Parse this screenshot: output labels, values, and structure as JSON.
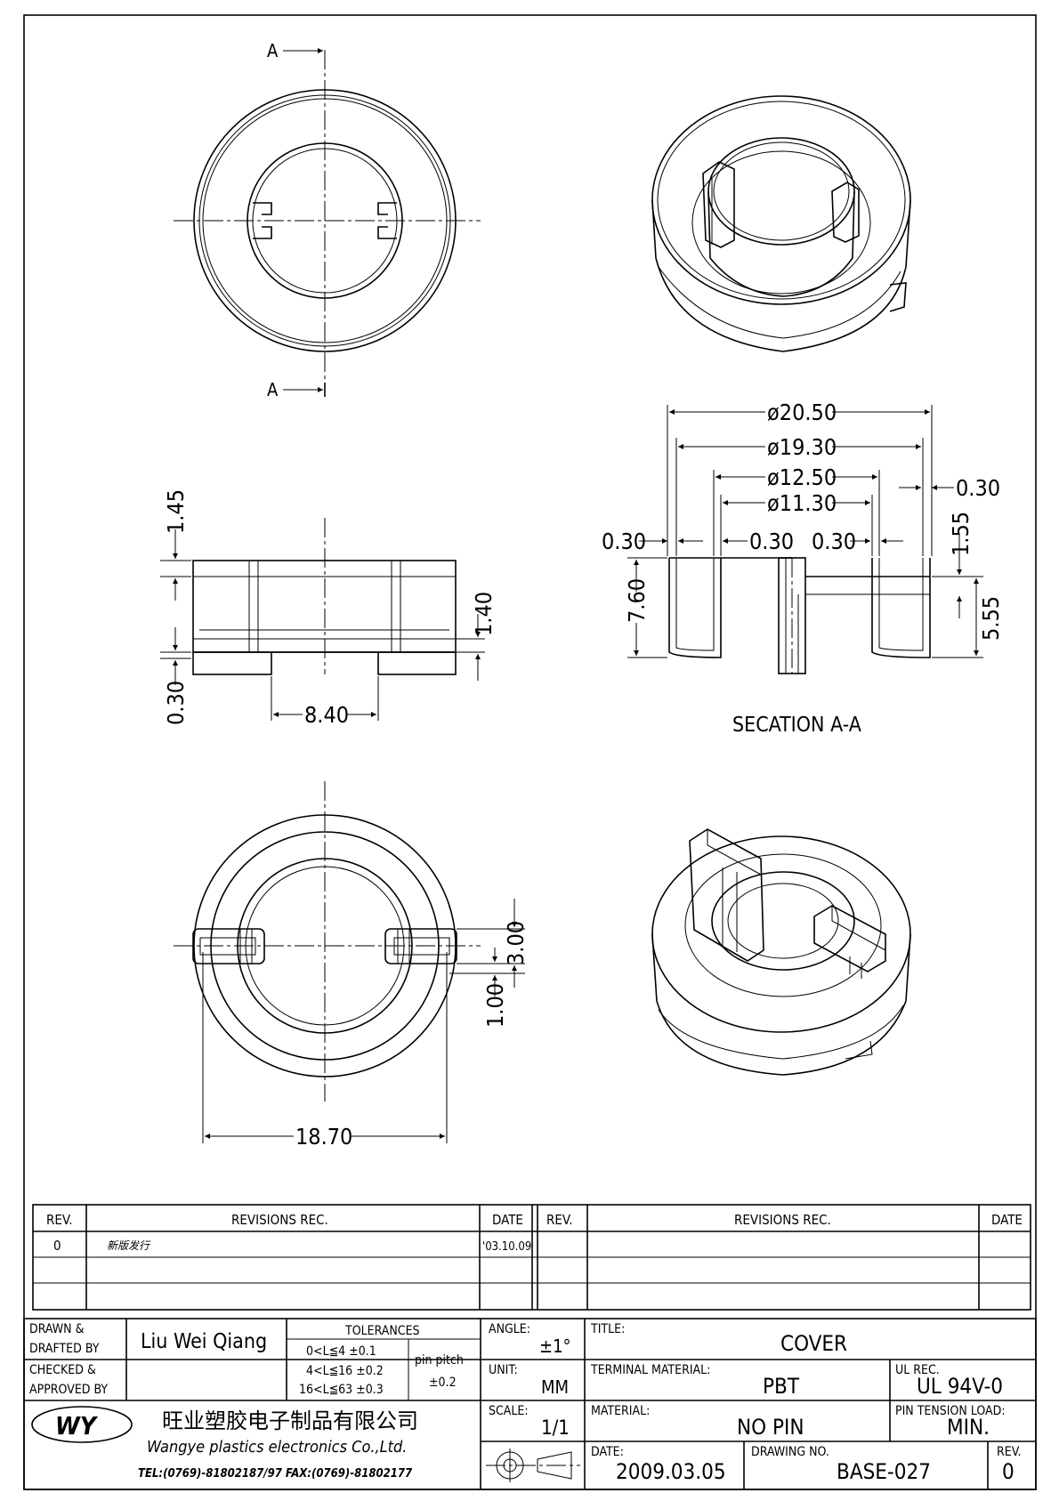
{
  "drawing": {
    "section_marker": "A",
    "section_title": "SECATION  A-A",
    "dims": {
      "side_height_top": "1.45",
      "side_height_mid": "1.40",
      "side_bottom": "0.30",
      "side_gap": "8.40",
      "sec_d1": "ø20.50",
      "sec_d2": "ø19.30",
      "sec_d3": "ø12.50",
      "sec_d4": "ø11.30",
      "sec_wall_r": "0.30",
      "sec_wall_l": "0.30",
      "sec_wall_m1": "0.30",
      "sec_wall_m2": "0.30",
      "sec_h_total": "7.60",
      "sec_h_top": "1.55",
      "sec_h_inner": "5.55",
      "bot_slot": "3.00",
      "bot_tab": "1.00",
      "bot_width": "18.70"
    }
  },
  "revisions": {
    "headers": {
      "rev": "REV.",
      "rec": "REVISIONS  REC.",
      "date": "DATE"
    },
    "left_rows": [
      {
        "rev": "0",
        "rec": "新版发行",
        "date": "'03.10.09"
      },
      {
        "rev": "",
        "rec": "",
        "date": ""
      },
      {
        "rev": "",
        "rec": "",
        "date": ""
      }
    ]
  },
  "title_block": {
    "drawn_label_1": "DRAWN &",
    "drawn_label_2": "DRAFTED BY",
    "drawn_by": "Liu  Wei  Qiang",
    "checked_label_1": "CHECKED &",
    "checked_label_2": "APPROVED BY",
    "tolerances_label": "TOLERANCES",
    "tol_rows": [
      "0<L≦4   ±0.1",
      "4<L≦16  ±0.2",
      "16<L≦63  ±0.3"
    ],
    "pin_pitch_label": "pin  pitch",
    "pin_pitch_value": "±0.2",
    "angle_label": "ANGLE:",
    "angle_value": "±1°",
    "unit_label": "UNIT:",
    "unit_value": "MM",
    "scale_label": "SCALE:",
    "scale_value": "1/1",
    "title_label": "TITLE:",
    "title_value": "COVER",
    "terminal_label": "TERMINAL  MATERIAL:",
    "terminal_value": "PBT",
    "ul_label": "UL  REC.",
    "ul_value": "UL  94V-0",
    "material_label": "MATERIAL:",
    "material_value": "NO  PIN",
    "pin_tension_label": "PIN  TENSION  LOAD:",
    "pin_tension_value": "MIN.",
    "date_label": "DATE:",
    "date_value": "2009.03.05",
    "drawing_no_label": "DRAWING  NO.",
    "drawing_no_value": "BASE-027",
    "rev_label": "REV.",
    "rev_value": "0",
    "company_cn": "旺业塑胶电子制品有限公司",
    "company_en": "Wangye  plastics  electronics  Co.,Ltd.",
    "contact": "TEL:(0769)-81802187/97   FAX:(0769)-81802177",
    "logo_text": "WY"
  }
}
